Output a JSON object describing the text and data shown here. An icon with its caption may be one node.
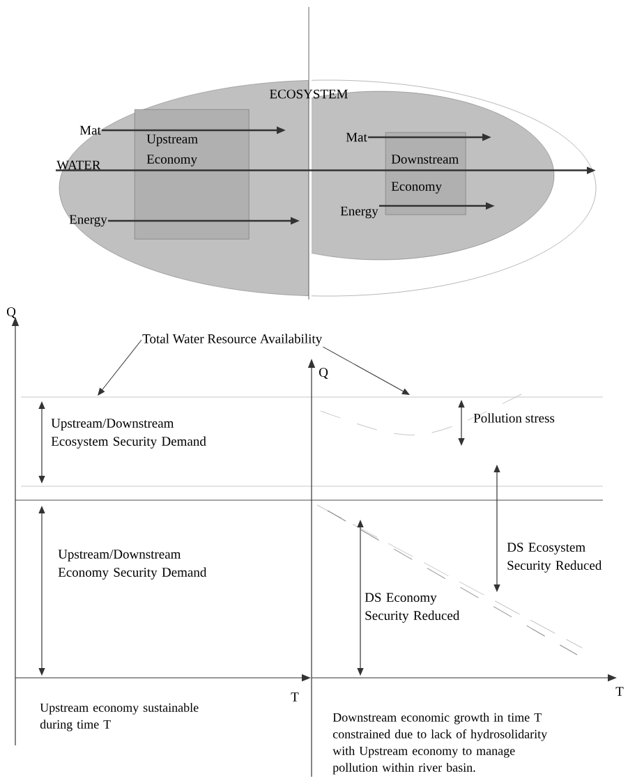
{
  "diagram": {
    "nodes": [
      {
        "text": [
          "Upstream Economy"
        ]
      },
      {
        "text": [
          "Downstream Economy"
        ]
      },
      {
        "text": [
          "Mat"
        ]
      },
      {
        "text": [
          "Energy"
        ]
      },
      {
        "text": [
          "WATER"
        ]
      },
      {
        "text": [
          "Mat"
        ]
      },
      {
        "text": [
          "Energy"
        ]
      },
      {
        "text": [
          "Total Water Resource Availability"
        ]
      }
    ],
    "edges": [
      {
        "from": 2,
        "to": null,
        "arrow": "to"
      },
      {
        "from": 3,
        "to": null,
        "arrow": "to"
      },
      {
        "from": 4,
        "to": null,
        "arrow": "to"
      },
      {
        "from": 5,
        "to": null,
        "arrow": "to"
      },
      {
        "from": 6,
        "to": null,
        "arrow": "to"
      },
      {
        "from": 7,
        "to": null,
        "arrow": "to"
      },
      {
        "from": 7,
        "to": null,
        "arrow": "to"
      }
    ],
    "labels": [
      "ECOSYSTEM",
      "Q",
      "Q",
      "Upstream/Downstream Ecosystem Security Demand",
      "Pollution stress",
      "DS Ecosystem Security Reduced",
      "Upstream/Downstream Economy Security Demand",
      "DS Economy Security Reduced",
      "T",
      "T",
      "Upstream economy sustainable during time T",
      "Downstream economic growth in time T constrained due to lack of hydrosolidarity with Upstream economy to manage pollution within river basin."
    ]
  }
}
